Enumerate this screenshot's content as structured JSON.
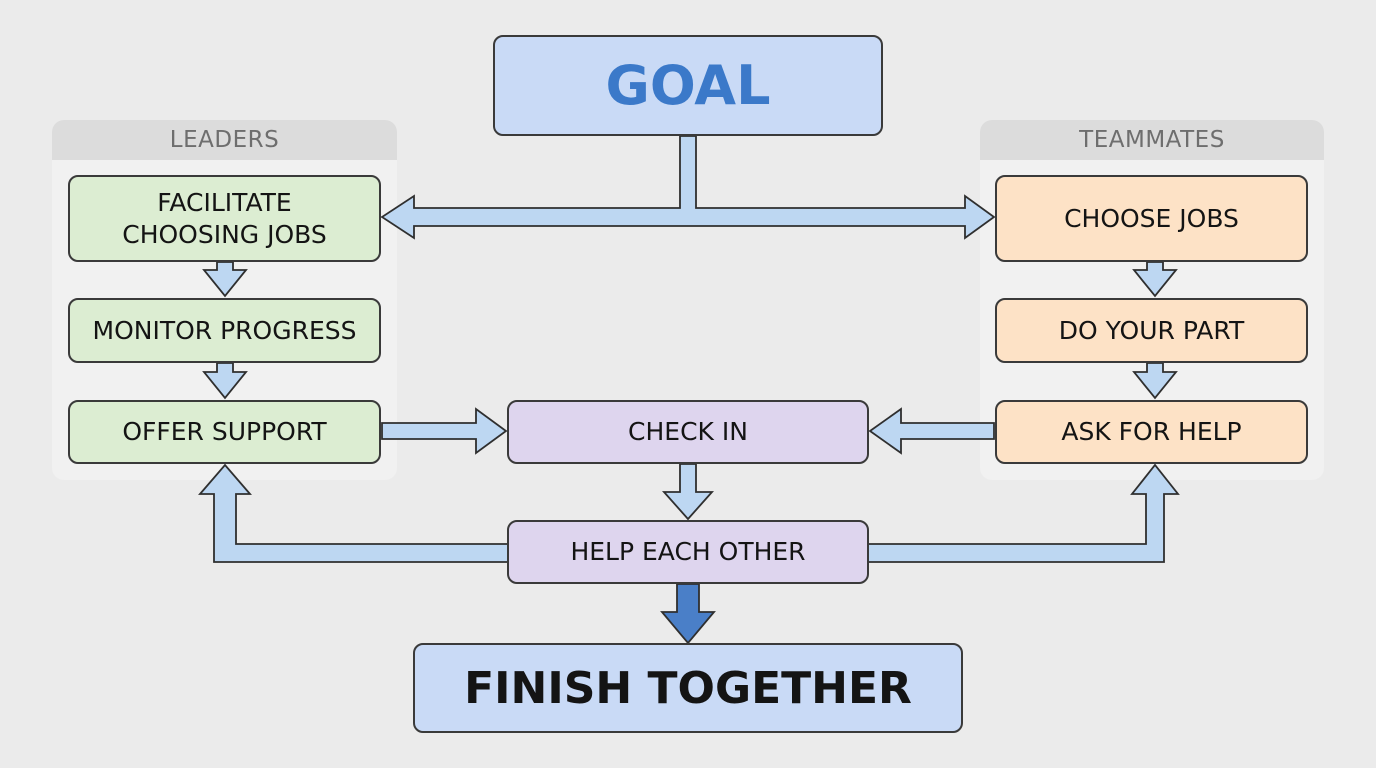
{
  "goal": "GOAL",
  "leaders": {
    "title": "LEADERS",
    "steps": [
      "FACILITATE\nCHOOSING JOBS",
      "MONITOR PROGRESS",
      "OFFER SUPPORT"
    ]
  },
  "teammates": {
    "title": "TEAMMATES",
    "steps": [
      "CHOOSE JOBS",
      "DO YOUR PART",
      "ASK FOR HELP"
    ]
  },
  "check_in": "CHECK IN",
  "help_each_other": "HELP EACH OTHER",
  "finish": "FINISH TOGETHER",
  "colors": {
    "leaders_fill": "#dcedd2",
    "teammates_fill": "#fde2c6",
    "shared_fill": "#ded5ee",
    "goal_fill": "#c9daf6",
    "goal_text": "#3b79c9",
    "arrow_fill": "#bdd7f2",
    "final_arrow_fill": "#4a7fc8"
  }
}
